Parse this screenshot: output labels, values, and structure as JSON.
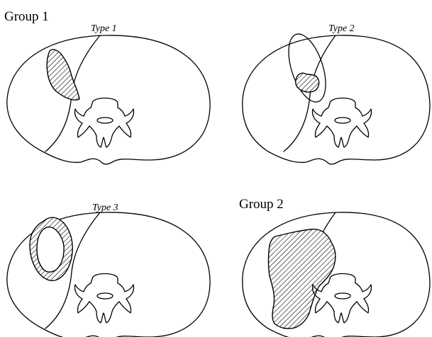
{
  "labels": {
    "group_1": "Group 1",
    "group_2": "Group 2",
    "type_1": "Type 1",
    "type_2": "Type 2",
    "type_3": "Type 3"
  },
  "colors": {
    "ink": "#000000",
    "background": "#ffffff"
  },
  "panels": [
    {
      "id": "type-1",
      "lesion": "posterior pararenal space (hatched crescent)"
    },
    {
      "id": "type-2",
      "lesion": "small hatched focus within perirenal outline"
    },
    {
      "id": "type-3",
      "lesion": "hatched ring around kidney"
    },
    {
      "id": "group-2",
      "lesion": "large irregular hatched mass"
    }
  ]
}
